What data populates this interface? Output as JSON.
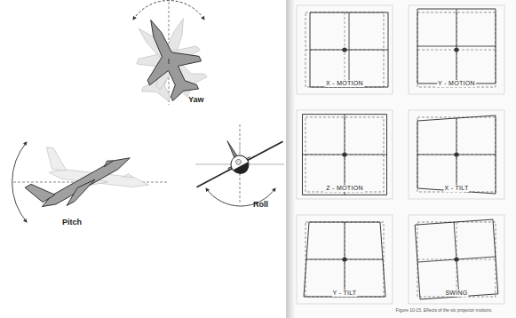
{
  "diagram": {
    "caption": "Figure 10-15. Effects of the six projector motions.",
    "labels": [
      "Yaw",
      "Pitch",
      "Roll",
      "X - MOTION",
      "Y - MOTION",
      "Z - MOTION",
      "X - TILT",
      "Y - TILT",
      "SWING"
    ]
  }
}
